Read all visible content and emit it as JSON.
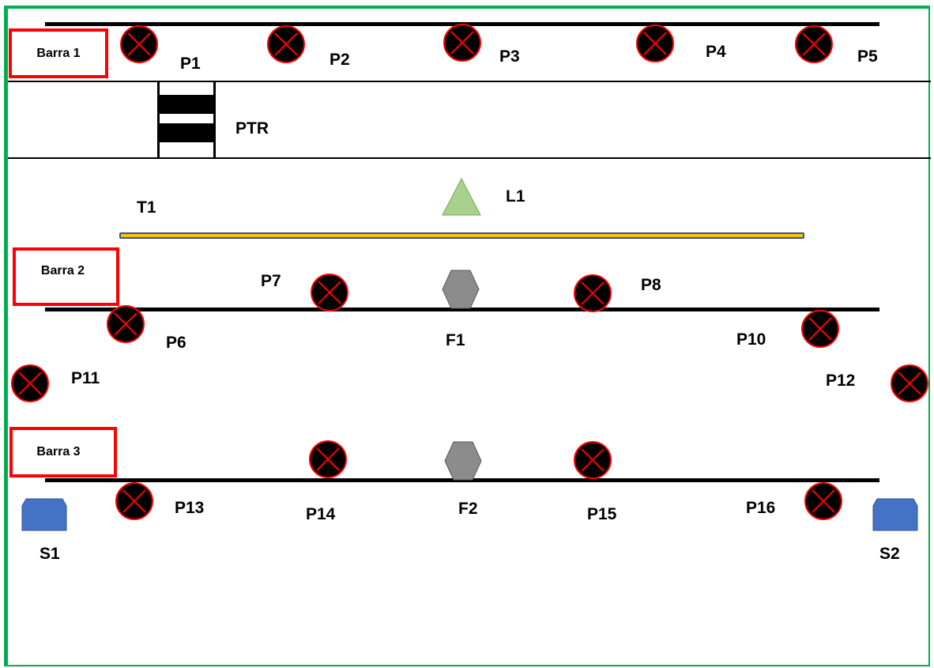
{
  "buses": [
    {
      "key": "barra1",
      "label": "Barra 1"
    },
    {
      "key": "barra2",
      "label": "Barra 2"
    },
    {
      "key": "barra3",
      "label": "Barra 3"
    }
  ],
  "points": {
    "P1": "P1",
    "P2": "P2",
    "P3": "P3",
    "P4": "P4",
    "P5": "P5",
    "P6": "P6",
    "P7": "P7",
    "P8": "P8",
    "P10": "P10",
    "P11": "P11",
    "P12": "P12",
    "P13": "P13",
    "P14": "P14",
    "P15": "P15",
    "P16": "P16"
  },
  "transformer": {
    "label": "PTR"
  },
  "line": {
    "label": "T1"
  },
  "load": {
    "label": "L1"
  },
  "feeders": {
    "F1": "F1",
    "F2": "F2"
  },
  "sources": {
    "S1": "S1",
    "S2": "S2"
  },
  "colors": {
    "frame": "#00b050",
    "bus_box": "#ff0000",
    "breaker_fill": "#000000",
    "breaker_stroke": "#ff0000",
    "line_fill": "#ffc000",
    "line_border": "#2f5597",
    "load": "#a9d18e",
    "feeder": "#8c8c8c",
    "source": "#4472c4"
  },
  "icons": {
    "breaker": "circle-x-icon",
    "load": "triangle-icon",
    "feeder": "hexagon-icon",
    "source": "block-icon"
  }
}
